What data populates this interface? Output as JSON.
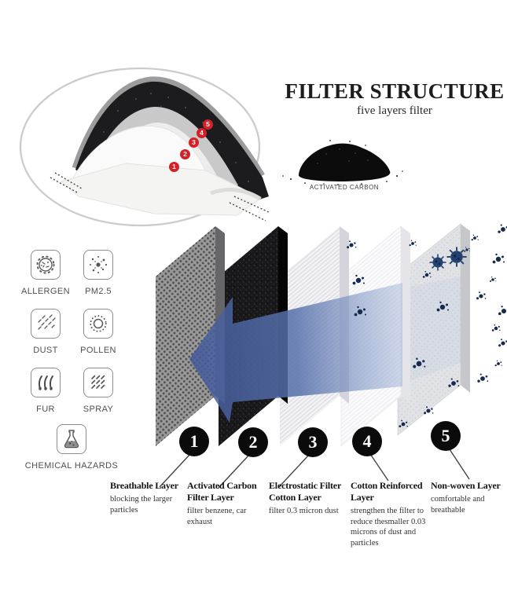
{
  "title": "FILTER STRUCTURE",
  "subtitle": "five layers filter",
  "carbon_label": "ACTIVATED CARBON",
  "hazards": {
    "allergen": "ALLERGEN",
    "pm25": "PM2.5",
    "dust": "DUST",
    "pollen": "POLLEN",
    "fur": "FUR",
    "spray": "SPRAY",
    "chemical": "CHEMICAL HAZARDS"
  },
  "mask_badges": [
    "1",
    "2",
    "3",
    "4",
    "5"
  ],
  "layers": [
    {
      "num": "1",
      "name": "Breathable Layer",
      "desc": "blocking the larger particles"
    },
    {
      "num": "2",
      "name": "Activated Carbon Filter Layer",
      "desc": "filter benzene, car exhaust"
    },
    {
      "num": "3",
      "name": "Electrostatic Filter Cotton Layer",
      "desc": "filter 0.3 micron dust"
    },
    {
      "num": "4",
      "name": "Cotton Reinforced Layer",
      "desc": "strengthen the filter to reduce thesmaller 0.03 microns of dust and particles"
    },
    {
      "num": "5",
      "name": "Non-woven Layer",
      "desc": "comfortable and breathable"
    }
  ],
  "colors": {
    "arrow_blue": "#4a68a8",
    "badge_red": "#d42127",
    "number_circle": "#0b0b0b",
    "particle_navy": "#16294e"
  }
}
